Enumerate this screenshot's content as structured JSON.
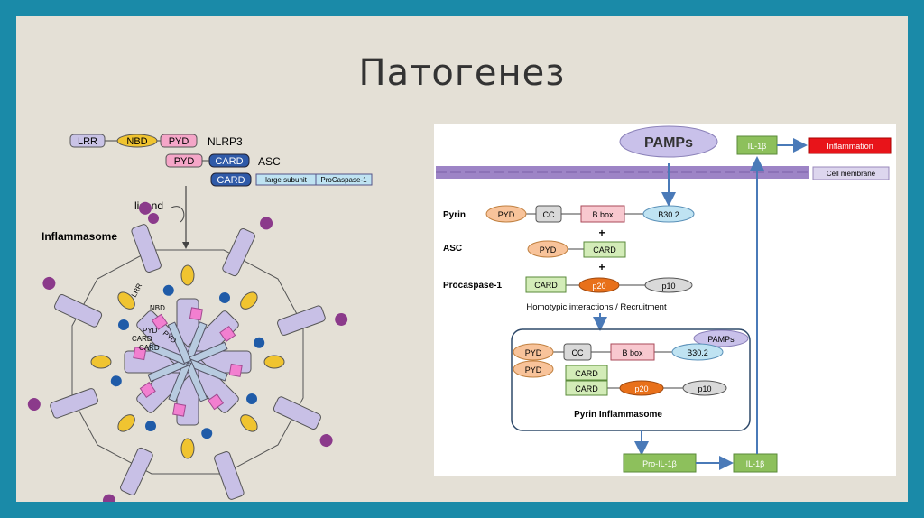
{
  "slide": {
    "title": "Патогенез"
  },
  "left": {
    "domains_nlrp3": [
      "LRR",
      "NBD",
      "PYD"
    ],
    "label_nlrp3": "NLRP3",
    "domains_asc": [
      "PYD",
      "CARD"
    ],
    "label_asc": "ASC",
    "domains_casp": [
      "CARD",
      "large subunit",
      "ProCaspase-1"
    ],
    "ligand": "ligand",
    "inflammasome": "Inflammasome",
    "small": {
      "lrr": "LRR",
      "nbd": "NBD",
      "pyd1": "PYD",
      "pyd2": "PYD",
      "card1": "CARD",
      "card2": "CARD"
    }
  },
  "right": {
    "pamps": "PAMPs",
    "il1b_top": "IL-1β",
    "inflammation": "Inflammation",
    "cell_membrane": "Cell membrane",
    "pyrin": {
      "label": "Pyrin",
      "pyd": "PYD",
      "cc": "CC",
      "bbox": "B box",
      "b302": "B30.2"
    },
    "plus1": "+",
    "asc": {
      "label": "ASC",
      "pyd": "PYD",
      "card": "CARD"
    },
    "plus2": "+",
    "procasp": {
      "label": "Procaspase-1",
      "card": "CARD",
      "p20": "p20",
      "p10": "p10"
    },
    "homotypic": "Homotypic interactions / Recruitment",
    "box": {
      "pamps": "PAMPs",
      "pyd1": "PYD",
      "cc": "CC",
      "bbox": "B box",
      "b302": "B30.2",
      "pyd2": "PYD",
      "card1": "CARD",
      "card2": "CARD",
      "p20": "p20",
      "p10": "p10",
      "title": "Pyrin Inflammasome"
    },
    "pro_il1b": "Pro-IL-1β",
    "il1b_bottom": "IL-1β"
  }
}
